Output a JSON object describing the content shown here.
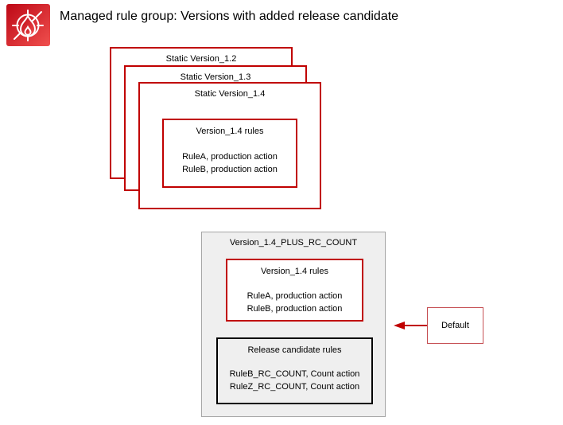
{
  "title": "Managed rule group: Versions with added release candidate",
  "icon": {
    "name": "waf-icon"
  },
  "stack": {
    "boxes": [
      {
        "label": "Static Version_1.2"
      },
      {
        "label": "Static Version_1.3"
      },
      {
        "label": "Static Version_1.4"
      }
    ],
    "rules_box": {
      "title": "Version_1.4 rules",
      "rules": [
        "RuleA, production action",
        "RuleB, production action"
      ]
    }
  },
  "rc_container": {
    "title": "Version_1.4_PLUS_RC_COUNT",
    "version_rules_box": {
      "title": "Version_1.4 rules",
      "rules": [
        "RuleA, production action",
        "RuleB, production action"
      ]
    },
    "release_candidate_box": {
      "title": "Release candidate rules",
      "rules": [
        "RuleB_RC_COUNT, Count action",
        "RuleZ_RC_COUNT, Count action"
      ]
    }
  },
  "default_pointer": {
    "label": "Default"
  },
  "colors": {
    "box_border_red": "#c00000",
    "default_box_border": "#c65054",
    "container_fill": "#efefef",
    "container_border": "#a6a6a6",
    "candidate_box_border": "#000000",
    "icon_gradient_start": "#bd0816",
    "icon_gradient_end": "#ff5252",
    "text": "#000000",
    "background": "#ffffff"
  }
}
